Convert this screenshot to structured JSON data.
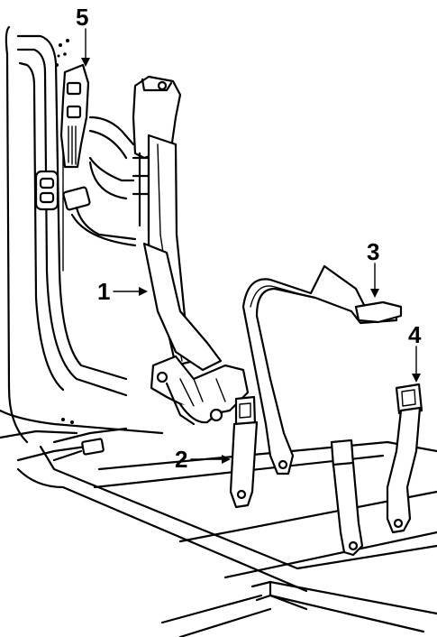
{
  "callouts": [
    {
      "id": "5",
      "label": "5"
    },
    {
      "id": "3",
      "label": "3"
    },
    {
      "id": "1",
      "label": "1"
    },
    {
      "id": "4",
      "label": "4"
    },
    {
      "id": "2",
      "label": "2"
    }
  ],
  "colors": {
    "ink": "#000000",
    "background": "#ffffff"
  }
}
